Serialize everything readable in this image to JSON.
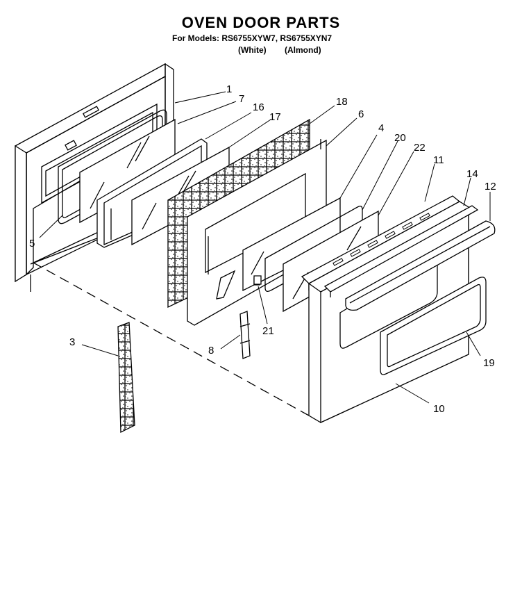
{
  "header": {
    "title": "OVEN DOOR PARTS",
    "models": "For Models: RS6755XYW7, RS6755XYN7",
    "variant_white": "(White)",
    "variant_almond": "(Almond)"
  },
  "callouts": [
    {
      "id": "1",
      "label": "1"
    },
    {
      "id": "7",
      "label": "7"
    },
    {
      "id": "16",
      "label": "16"
    },
    {
      "id": "17",
      "label": "17"
    },
    {
      "id": "18",
      "label": "18"
    },
    {
      "id": "6",
      "label": "6"
    },
    {
      "id": "4",
      "label": "4"
    },
    {
      "id": "20",
      "label": "20"
    },
    {
      "id": "22",
      "label": "22"
    },
    {
      "id": "11",
      "label": "11"
    },
    {
      "id": "14",
      "label": "14"
    },
    {
      "id": "12",
      "label": "12"
    },
    {
      "id": "5",
      "label": "5"
    },
    {
      "id": "3",
      "label": "3"
    },
    {
      "id": "8",
      "label": "8"
    },
    {
      "id": "21",
      "label": "21"
    },
    {
      "id": "19",
      "label": "19"
    },
    {
      "id": "10",
      "label": "10"
    }
  ]
}
